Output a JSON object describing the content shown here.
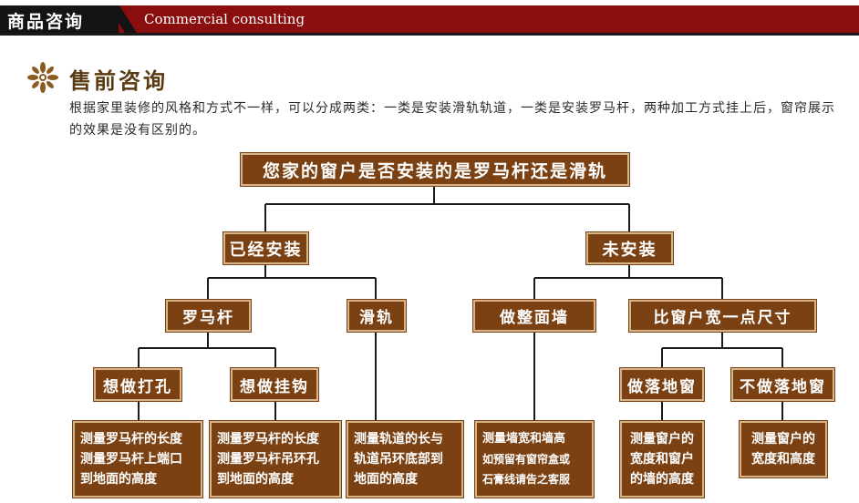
{
  "header": {
    "title_cn": "商品咨询",
    "title_en": "Commercial consulting"
  },
  "section": {
    "icon": "ornament-flower-icon",
    "title": "售前咨询",
    "intro": "根据家里装修的风格和方式不一样，可以分成两类：一类是安装滑轨轨道，一类是安装罗马杆，两种加工方式挂上后，窗帘展示的效果是没有区别的。"
  },
  "colors": {
    "box": "#7b4112",
    "box_border": "#d6b58a",
    "header_red": "#8a0e0e",
    "header_black": "#141414"
  },
  "tree": {
    "root": "您家的窗户是否安装的是罗马杆还是滑轨",
    "installed": "已经安装",
    "not_installed": "未安装",
    "roman_rod": "罗马杆",
    "rail": "滑轨",
    "make_wall": "做整面墙",
    "wider_than_window": "比窗户宽一点尺寸",
    "want_drill": "想做打孔",
    "want_hook": "想做挂钩",
    "floor_window": "做落地窗",
    "no_floor_window": "不做落地窗",
    "leaf_drill": [
      "测量罗马杆的长度",
      "测量罗马杆上端口",
      "到地面的高度"
    ],
    "leaf_hook": [
      "测量罗马杆的长度",
      "测量罗马杆吊环孔",
      "到地面的高度"
    ],
    "leaf_rail": [
      "测量轨道的长与",
      "轨道吊环底部到",
      "地面的高度"
    ],
    "leaf_wall": [
      "测量墙宽和墙高",
      "如预留有窗帘盒或",
      "石膏线请告之客服"
    ],
    "leaf_floor": [
      "测量窗户的",
      "宽度和窗户",
      "的墙的高度"
    ],
    "leaf_nofloor": [
      "测量窗户的",
      "宽度和高度"
    ]
  }
}
